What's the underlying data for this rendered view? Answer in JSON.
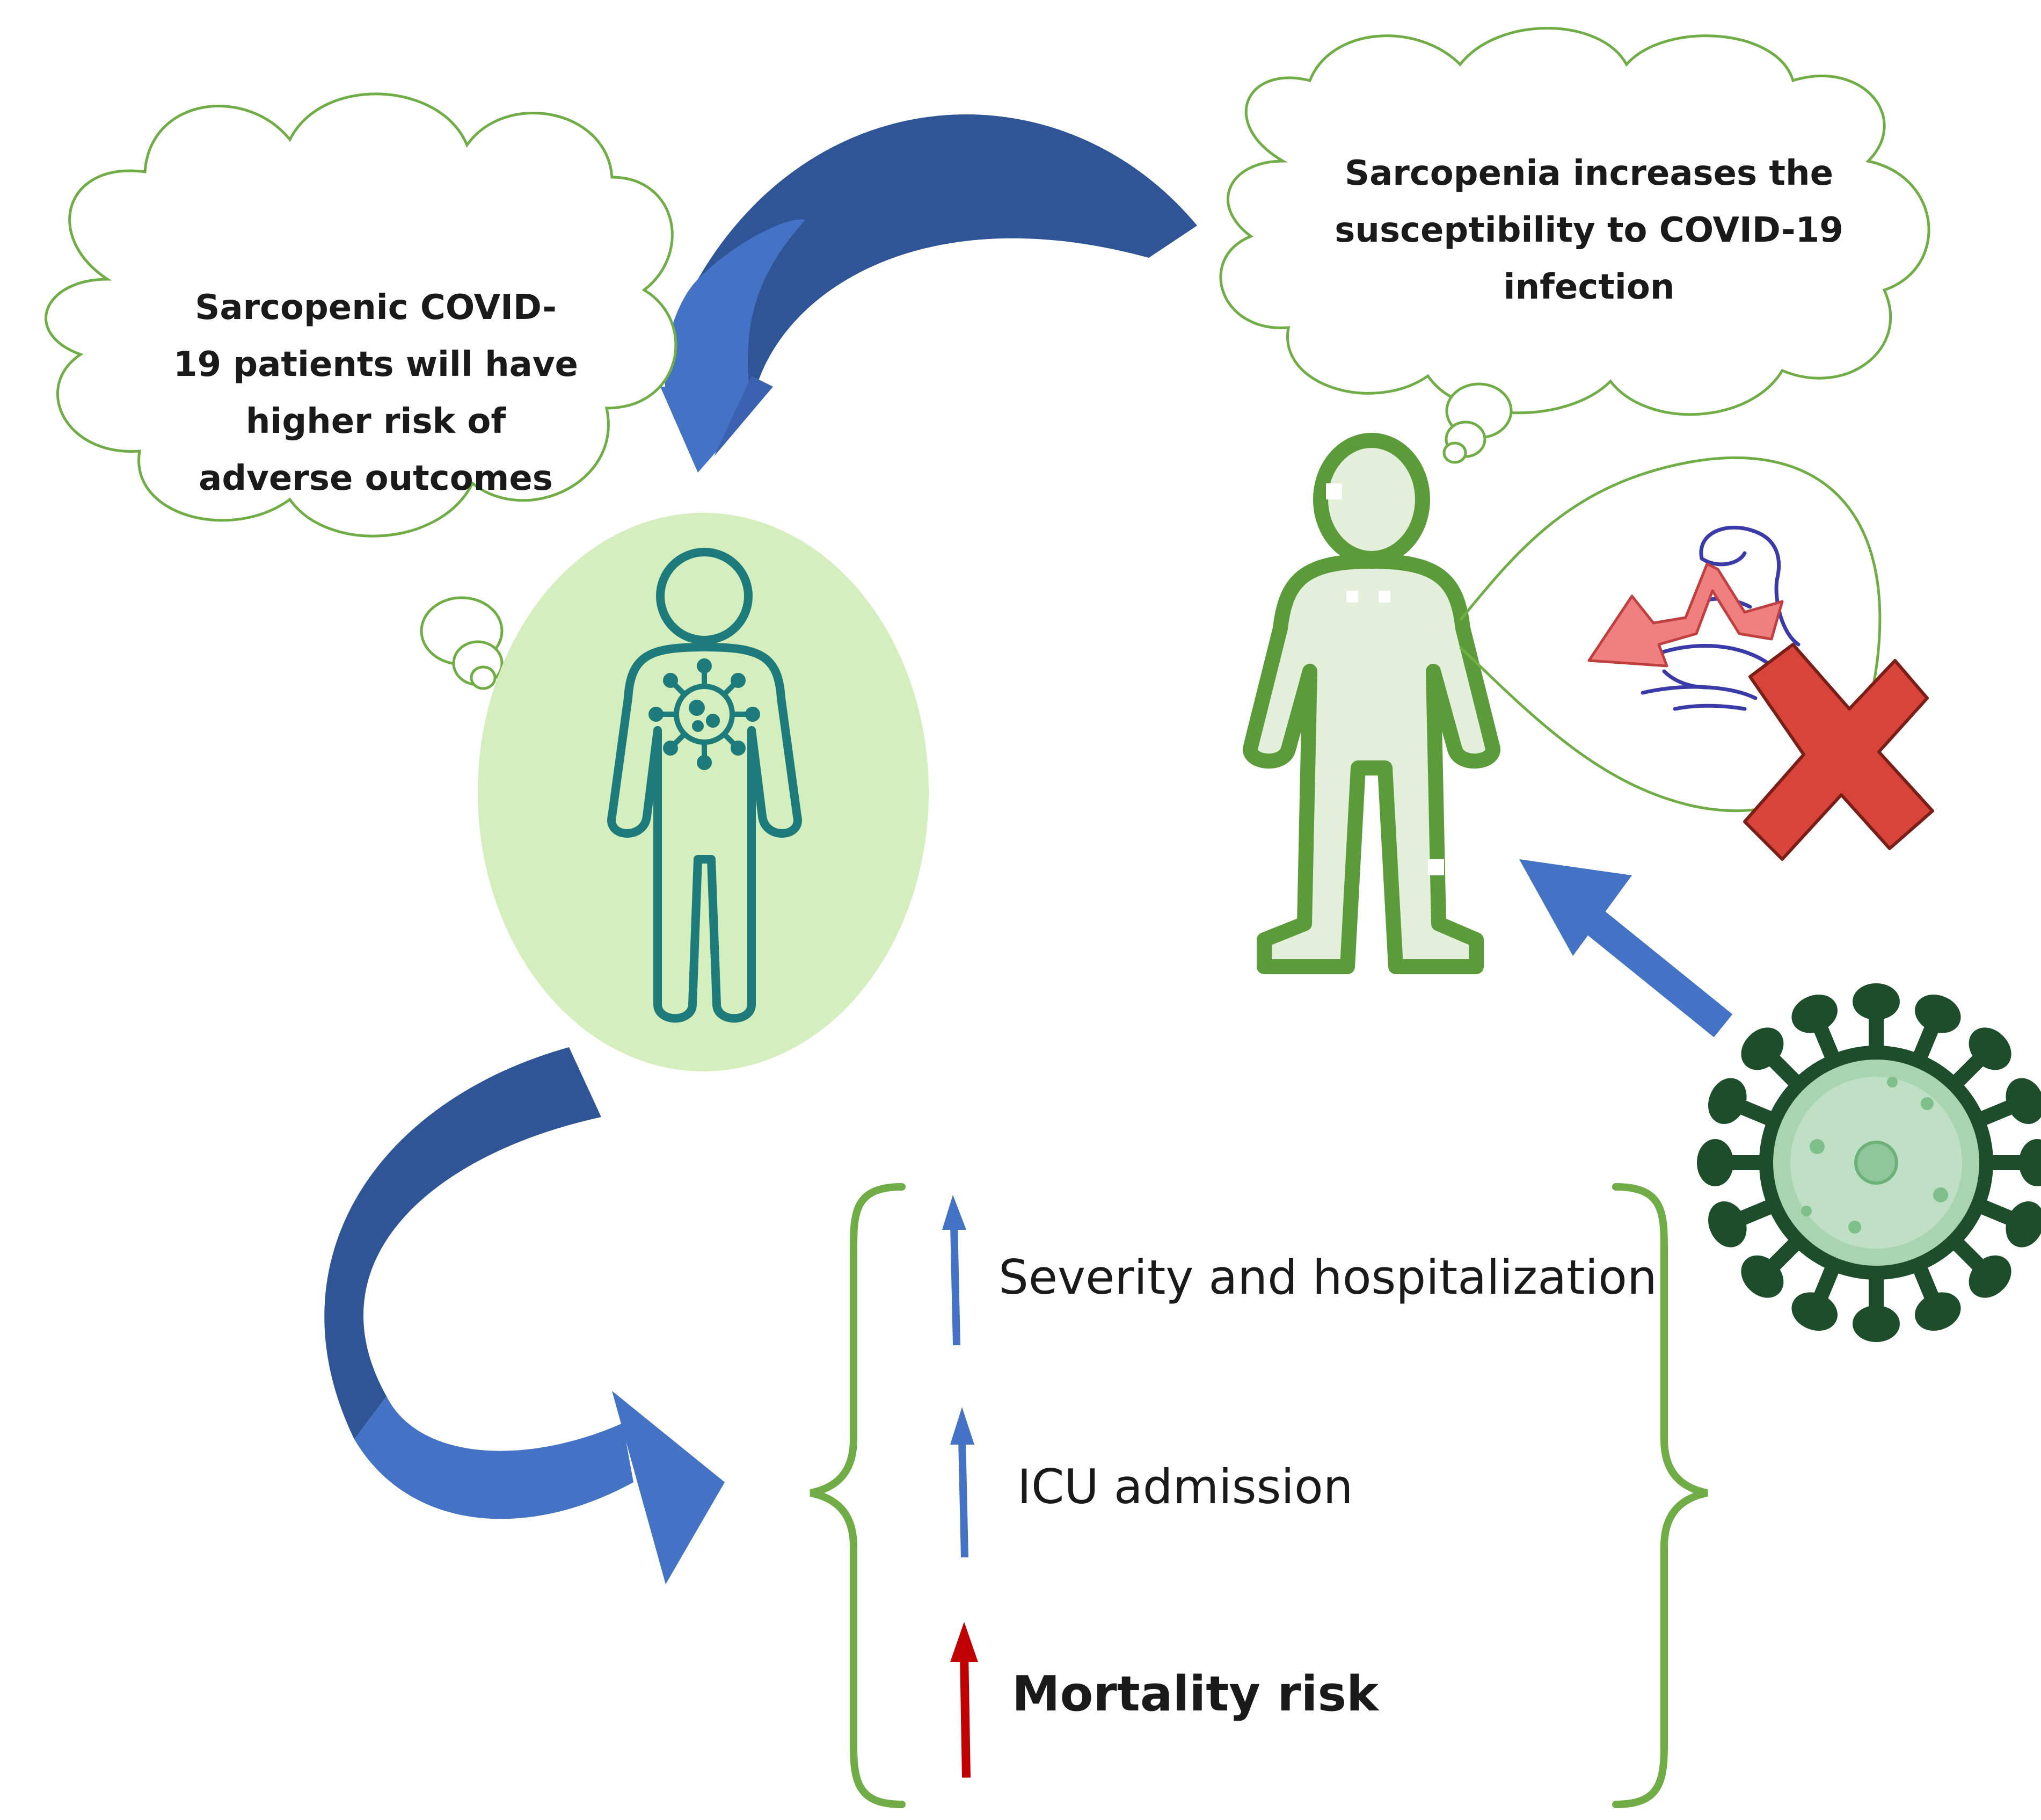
{
  "clouds": {
    "left": {
      "lines": [
        "Sarcopenic  COVID-",
        "19 patients will have",
        "higher risk of",
        "adverse outcomes"
      ]
    },
    "right": {
      "lines": [
        "Sarcopenia increases the",
        "susceptibility to COVID-19",
        "infection"
      ]
    }
  },
  "outcomes": [
    {
      "label": "Severity and  hospitalization",
      "direction": "increase",
      "arrow_color": "#4472c4"
    },
    {
      "label": "ICU admission",
      "direction": "increase",
      "arrow_color": "#4472c4"
    },
    {
      "label": "Mortality risk",
      "direction": "increase",
      "arrow_color": "#c00000"
    }
  ],
  "colors": {
    "cloud_outline": "#70ad47",
    "bracket": "#70ad47",
    "flow_arrow": "#4472c4",
    "flow_arrow_dark": "#2f5597",
    "infected_person": "#1e7b7b",
    "infected_halo": "#d4eebd",
    "sarcopenic_person_outline": "#5b9b3a",
    "sarcopenic_person_fill": "#e3eedb",
    "virus": "#1e4d2b",
    "virus_body": "#a9d4b0",
    "decline_arrow": "#f08080",
    "cross_mark": "#d9443a",
    "muscle_sketch": "#3a3aa8"
  },
  "icons": [
    "infected-person-icon",
    "sarcopenic-person-icon",
    "virus-icon",
    "muscle-decline-icon",
    "cross-mark-icon"
  ]
}
